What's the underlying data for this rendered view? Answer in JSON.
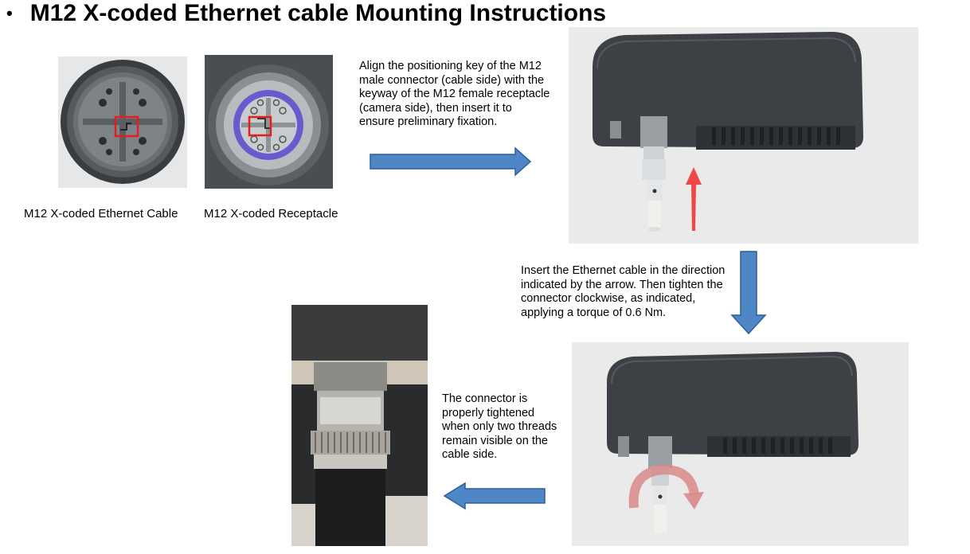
{
  "title": "M12 X-coded Ethernet cable Mounting Instructions",
  "captions": {
    "cable": "M12 X-coded Ethernet Cable",
    "receptacle": "M12 X-coded Receptacle"
  },
  "steps": {
    "align": "Align the positioning key of the M12 male connector (cable side) with the keyway of the M12 female receptacle (camera side), then insert it to ensure preliminary fixation.",
    "insert": "Insert the Ethernet cable in the direction indicated by the arrow. Then tighten the connector clockwise, as indicated, applying a torque of 0.6 Nm.",
    "tightened": "The connector is properly tightened when only two threads remain visible on the cable side."
  },
  "colors": {
    "flow_arrow": "#4f86c6",
    "highlight_box": "#e02020",
    "insert_arrow": "#f04848",
    "rotate_arrow": "#d98888",
    "camera_body": "#3d4146",
    "receptacle_ring": "#6a5acd"
  },
  "icons": [
    "right-arrow-icon",
    "down-arrow-icon",
    "left-arrow-icon",
    "insert-arrow-icon",
    "rotate-arrow-icon"
  ]
}
